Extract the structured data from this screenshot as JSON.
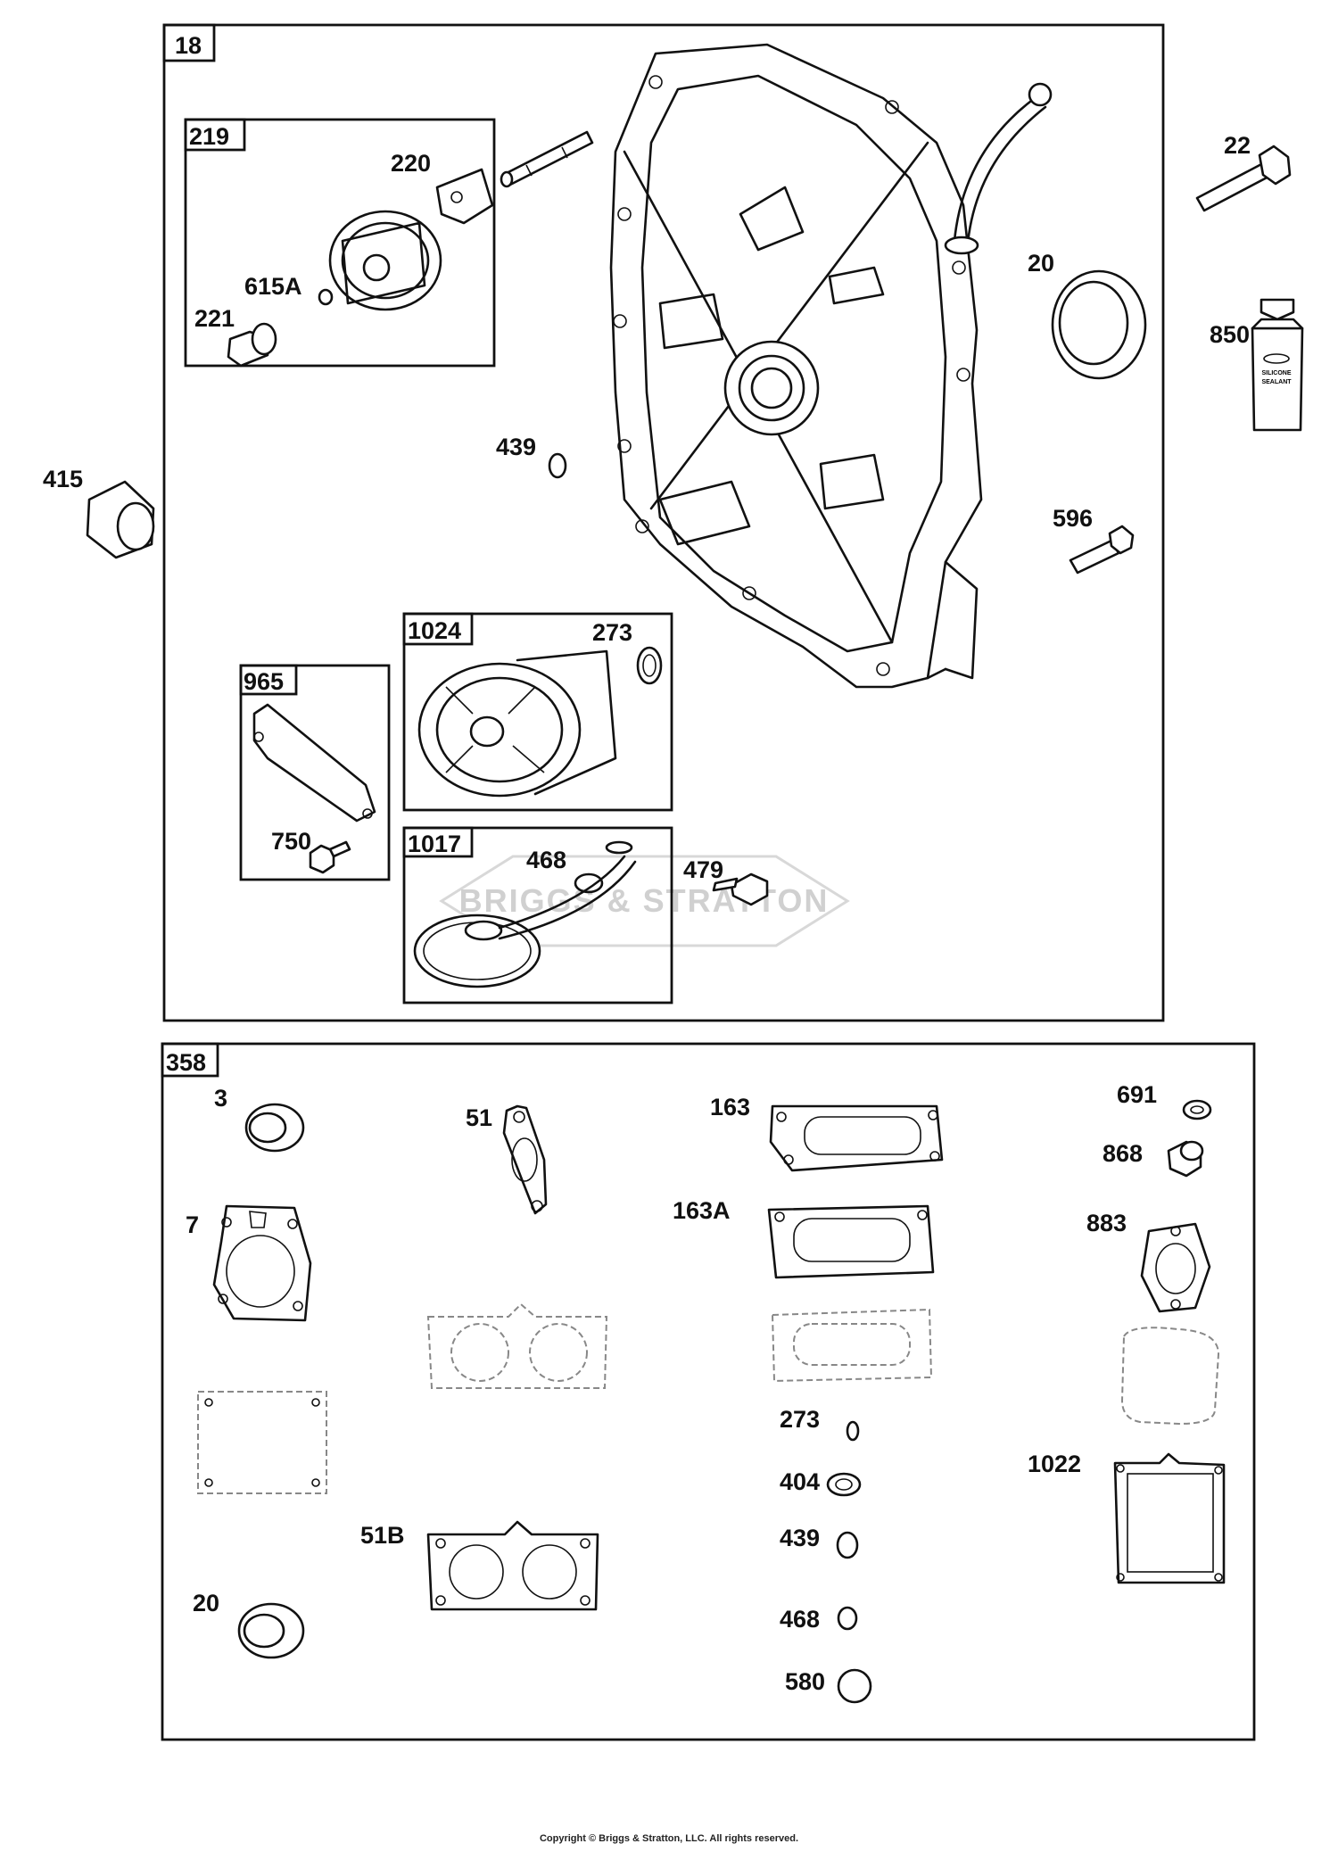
{
  "boxes": {
    "main": "18",
    "gasket_set": "358",
    "sub_219": "219",
    "sub_1024": "1024",
    "sub_965": "965",
    "sub_1017": "1017"
  },
  "labels": {
    "p415": "415",
    "p220": "220",
    "p615a": "615A",
    "p221": "221",
    "p439_top": "439",
    "p22": "22",
    "p20_top": "20",
    "p850": "850",
    "p596": "596",
    "p273_top": "273",
    "p750": "750",
    "p468_top": "468",
    "p479": "479",
    "p3": "3",
    "p51": "51",
    "p163": "163",
    "p691": "691",
    "p868": "868",
    "p7": "7",
    "p163a": "163A",
    "p883": "883",
    "p273_bot": "273",
    "p404": "404",
    "p439_bot": "439",
    "p1022": "1022",
    "p51b": "51B",
    "p20_bot": "20",
    "p468_bot": "468",
    "p580": "580"
  },
  "tube_text": {
    "line1": "SILICONE",
    "line2": "SEALANT"
  },
  "watermark": "BRIGGS & STRATTON",
  "copyright": "Copyright © Briggs & Stratton, LLC. All rights reserved."
}
